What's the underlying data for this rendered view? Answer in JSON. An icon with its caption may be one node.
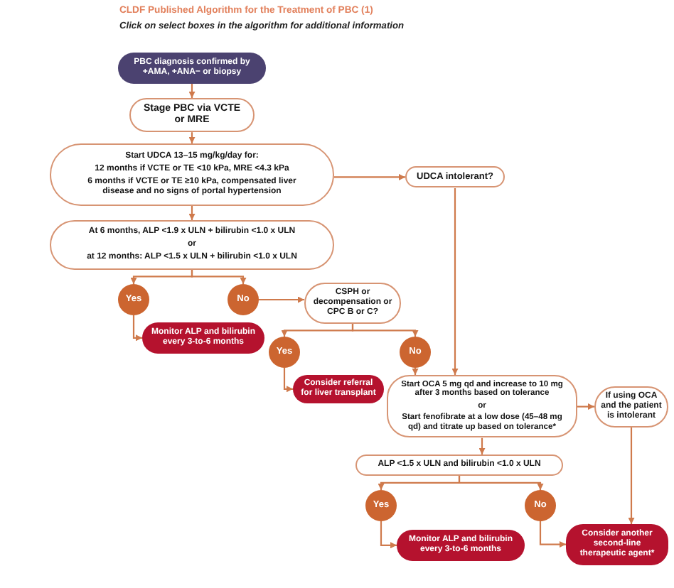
{
  "diagram": {
    "title": "CLDF Published Algorithm for the Treatment of PBC (1)",
    "nodes": [
      {
        "text": [
          "PBC diagnosis confirmed by +AMA, +ANA− or biopsy"
        ]
      },
      {
        "text": [
          "Stage PBC via VCTE or MRE"
        ]
      },
      {
        "text": [
          "Start UDCA 13–15 mg/kg/day for:",
          "12 months if VCTE or TE <10 kPa, MRE <4.3 kPa",
          "6 months if VCTE or TE ≥10 kPa, compensated liver disease and no signs of portal hypertension"
        ]
      },
      {
        "text": [
          "UDCA intolerant?"
        ]
      },
      {
        "text": [
          "At 6 months, ALP <1.9 x ULN + bilirubin <1.0 x ULN",
          "or",
          "at 12 months: ALP <1.5 x ULN + bilirubin <1.0 x ULN"
        ]
      },
      {
        "text": [
          "Yes"
        ]
      },
      {
        "text": [
          "No"
        ]
      },
      {
        "text": [
          "Monitor ALP and bilirubin every 3-to-6 months"
        ]
      },
      {
        "text": [
          "CSPH or decompensation or CPC B or C?"
        ]
      },
      {
        "text": [
          "Yes"
        ]
      },
      {
        "text": [
          "No"
        ]
      },
      {
        "text": [
          "Consider referral for liver transplant"
        ]
      },
      {
        "text": [
          "Start OCA 5 mg qd and increase to 10 mg after 3 months based on tolerance",
          "or",
          "Start fenofibrate at a low dose (45–48 mg qd) and titrate up based on tolerance*"
        ]
      },
      {
        "text": [
          "If using OCA and the patient is intolerant"
        ]
      },
      {
        "text": [
          "ALP <1.5 x ULN and bilirubin <1.0 x ULN"
        ]
      },
      {
        "text": [
          "Yes"
        ]
      },
      {
        "text": [
          "No"
        ]
      },
      {
        "text": [
          "Monitor ALP and bilirubin every 3-to-6 months"
        ]
      },
      {
        "text": [
          "Consider another second-line therapeutic agent*"
        ]
      }
    ],
    "edges": [
      {
        "from": 0,
        "to": 1,
        "arrow": "to"
      },
      {
        "from": 1,
        "to": 2,
        "arrow": "to"
      },
      {
        "from": 2,
        "to": 3,
        "arrow": "to"
      },
      {
        "from": 2,
        "to": 4,
        "arrow": "to"
      },
      {
        "from": 4,
        "to": 5,
        "arrow": "to"
      },
      {
        "from": 4,
        "to": 6,
        "arrow": "to"
      },
      {
        "from": 5,
        "to": 7,
        "arrow": "to"
      },
      {
        "from": 6,
        "to": 8,
        "arrow": "to"
      },
      {
        "from": 8,
        "to": 9,
        "arrow": "to"
      },
      {
        "from": 8,
        "to": 10,
        "arrow": "to"
      },
      {
        "from": 9,
        "to": 11,
        "arrow": "to"
      },
      {
        "from": 3,
        "to": 12,
        "arrow": "to"
      },
      {
        "from": 10,
        "to": 12,
        "arrow": "to"
      },
      {
        "from": 12,
        "to": 13,
        "arrow": "to"
      },
      {
        "from": 12,
        "to": 14,
        "arrow": "to"
      },
      {
        "from": 14,
        "to": 15,
        "arrow": "to"
      },
      {
        "from": 14,
        "to": 16,
        "arrow": "to"
      },
      {
        "from": 15,
        "to": 17,
        "arrow": "to"
      },
      {
        "from": 16,
        "to": 18,
        "arrow": "to"
      },
      {
        "from": 13,
        "to": 18,
        "arrow": "to"
      }
    ],
    "labels": [
      "Click on select boxes in the algorithm for additional information"
    ]
  }
}
